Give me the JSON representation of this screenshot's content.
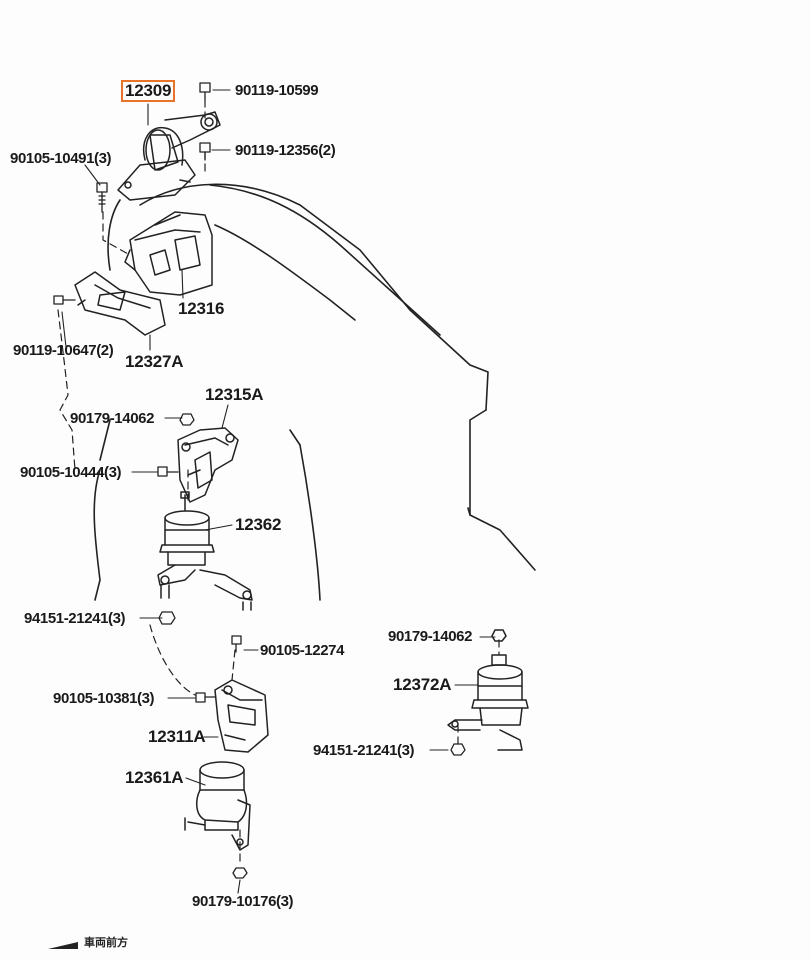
{
  "highlight_color": "#e8732a",
  "labels": {
    "p12309": "12309",
    "p90119_10599": "90119-10599",
    "p90119_12356": "90119-12356(2)",
    "p90105_10491": "90105-10491(3)",
    "p12316": "12316",
    "p90119_10647": "90119-10647(2)",
    "p12327A": "12327A",
    "p12315A": "12315A",
    "p90179_14062a": "90179-14062",
    "p90105_10444": "90105-10444(3)",
    "p12362": "12362",
    "p94151_21241a": "94151-21241(3)",
    "p90105_12274": "90105-12274",
    "p90179_14062b": "90179-14062",
    "p12372A": "12372A",
    "p90105_10381": "90105-10381(3)",
    "p12311A": "12311A",
    "p94151_21241b": "94151-21241(3)",
    "p12361A": "12361A",
    "p90179_10176": "90179-10176(3)"
  },
  "direction_note": "車両前方"
}
